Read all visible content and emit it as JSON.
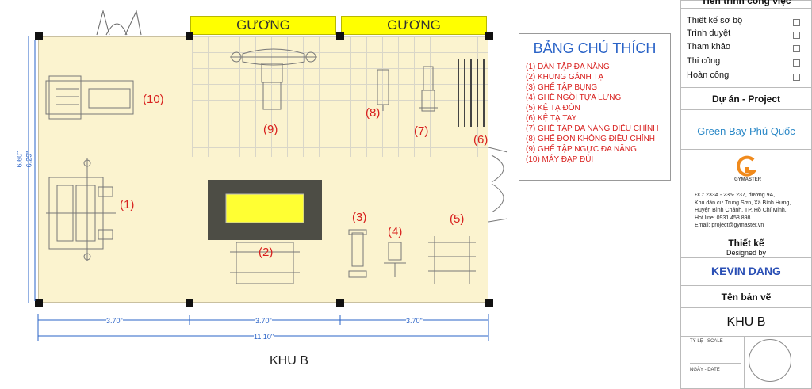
{
  "mirrors": [
    "GƯƠNG",
    "GƯƠNG"
  ],
  "equipment_numbers": [
    "(1)",
    "(2)",
    "(3)",
    "(4)",
    "(5)",
    "(6)",
    "(7)",
    "(8)",
    "(9)",
    "(10)"
  ],
  "dimensions": {
    "height_outer": "6.60\"",
    "height_inner": "6.29\"",
    "widths": [
      "3.70\"",
      "3.70\"",
      "3.70\""
    ],
    "total": "11.10\""
  },
  "area_label": "KHU B",
  "legend": {
    "title": "BẢNG CHÚ THÍCH",
    "items": [
      "(1) DÀN TẬP ĐA NĂNG",
      "(2) KHUNG GÁNH TẠ",
      "(3) GHẾ TẬP BỤNG",
      "(4) GHẾ NGỒI TỰA LƯNG",
      "(5) KỆ TẠ ĐÒN",
      "(6) KỆ TẠ TAY",
      "(7) GHẾ TẬP ĐA NĂNG ĐIỀU CHỈNH",
      "(8) GHẾ ĐƠN KHÔNG ĐIỀU CHỈNH",
      "(9) GHẾ TẬP NGỰC ĐA NĂNG",
      "(10) MÁY ĐẠP ĐÙI"
    ]
  },
  "title_block": {
    "progress_title": "Tiến trình công việc",
    "tasks": [
      "Thiết kế sơ bộ",
      "Trình duyệt",
      "Tham khảo",
      "Thi công",
      "Hoàn công"
    ],
    "project_label": "Dự án - Project",
    "project_name": "Green Bay Phú Quốc",
    "brand": "GYMASTER",
    "address_lines": [
      "ĐC: 233A - 235- 237, đường 9A,",
      "Khu dân cư Trung Sơn, Xã Bình Hưng,",
      "Huyện Bình Chánh, TP. Hồ Chí Minh.",
      "Hot line: 0931 458 898.",
      "Email: project@gymaster.vn"
    ],
    "design_label": "Thiết kế",
    "design_sub": "Designed by",
    "designer": "KEVIN DANG",
    "drawing_label": "Tên bản vẽ",
    "drawing_name": "KHU B",
    "scale_label": "TỶ LỆ - SCALE",
    "date_label": "NGÀY - DATE"
  },
  "colors": {
    "floor": "#fbf3cf",
    "mirror": "#ffff00",
    "legend_text": "#d8201e",
    "accent_blue": "#2a63c7",
    "rubber_mat": "#4d4d45"
  }
}
